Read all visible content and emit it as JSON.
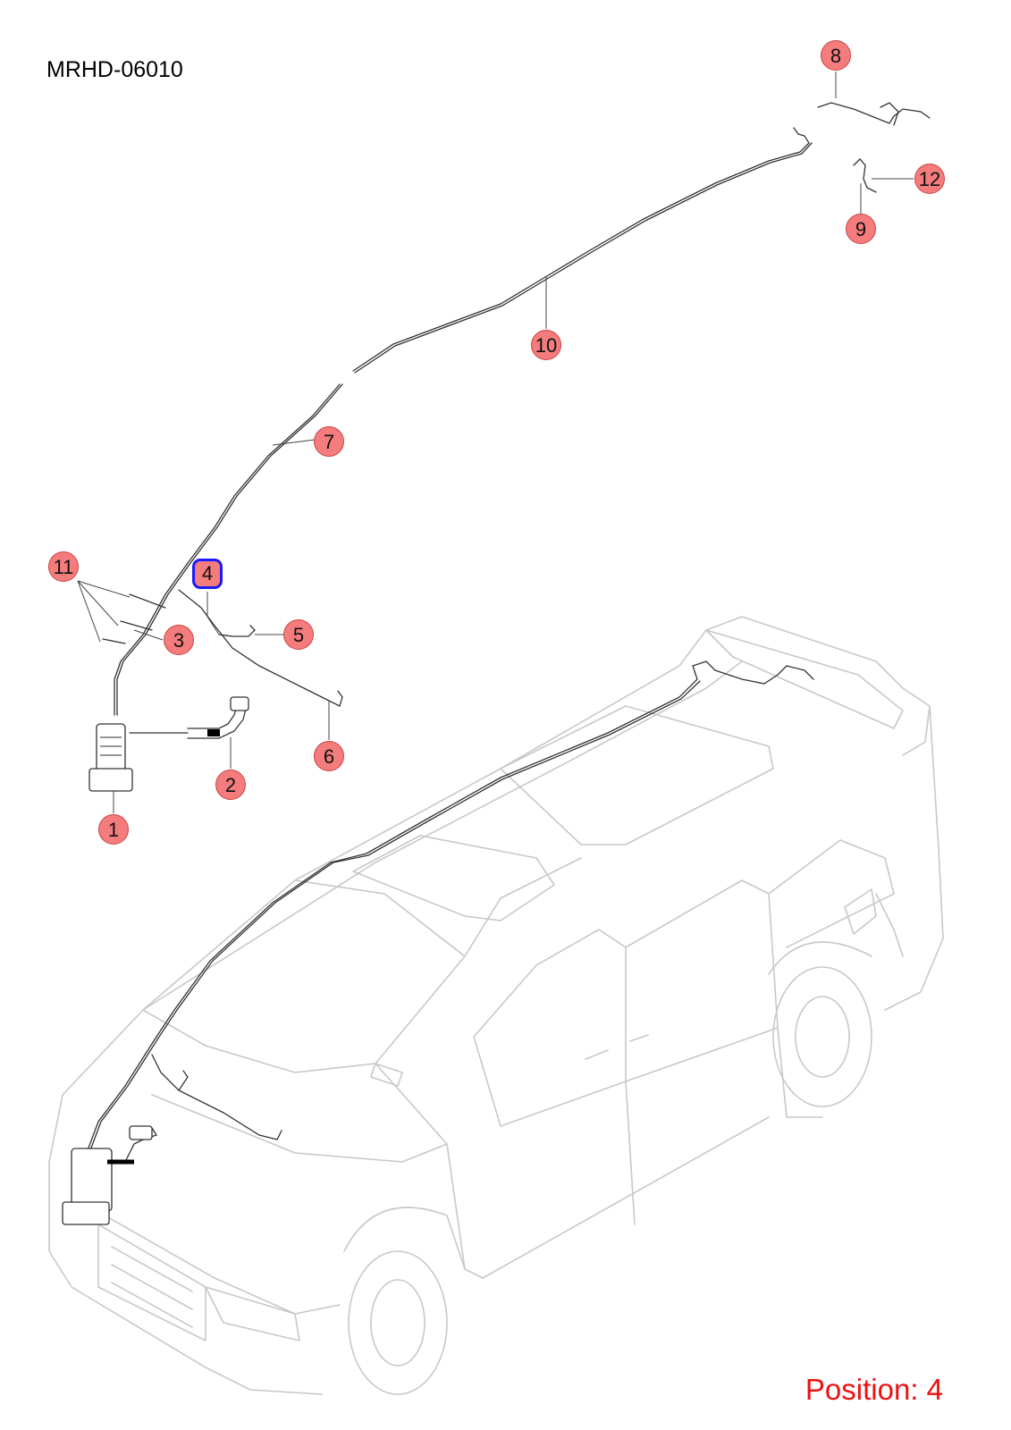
{
  "diagram_code": "MRHD-06010",
  "position_label": "Position: 4",
  "selected_position": "4",
  "callouts": [
    {
      "id": "c1",
      "label": "1"
    },
    {
      "id": "c2",
      "label": "2"
    },
    {
      "id": "c3",
      "label": "3"
    },
    {
      "id": "c4",
      "label": "4"
    },
    {
      "id": "c5",
      "label": "5"
    },
    {
      "id": "c6",
      "label": "6"
    },
    {
      "id": "c7",
      "label": "7"
    },
    {
      "id": "c8",
      "label": "8"
    },
    {
      "id": "c9",
      "label": "9"
    },
    {
      "id": "c10",
      "label": "10"
    },
    {
      "id": "c11",
      "label": "11"
    },
    {
      "id": "c12",
      "label": "12"
    }
  ],
  "colors": {
    "callout_fill": "#f47c7c",
    "selected_border": "#1a1aff",
    "position_text": "#ee1111"
  }
}
